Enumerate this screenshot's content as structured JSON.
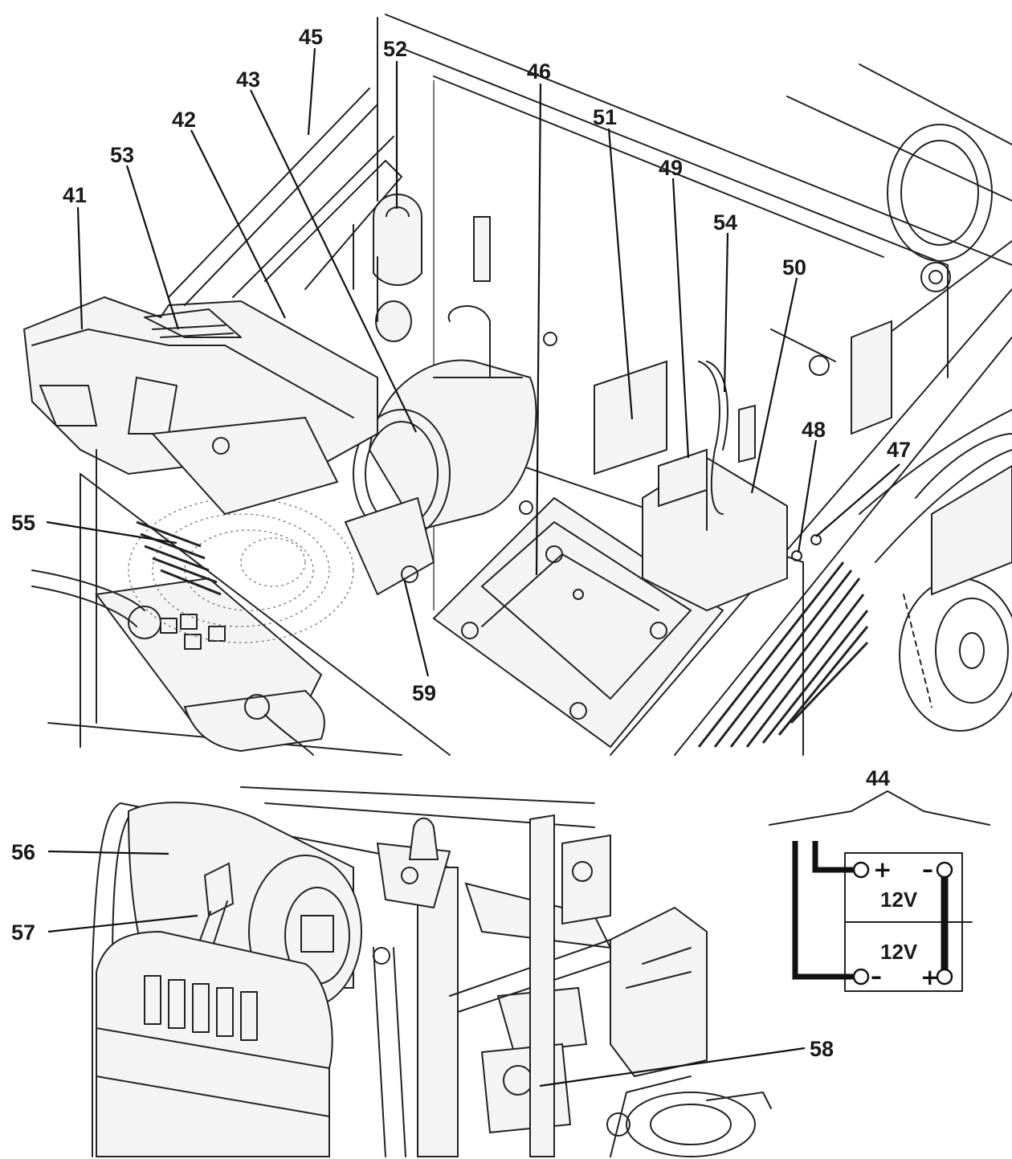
{
  "callouts": {
    "41": "41",
    "42": "42",
    "43": "43",
    "44": "44",
    "45": "45",
    "46": "46",
    "47": "47",
    "48": "48",
    "49": "49",
    "50": "50",
    "51": "51",
    "52": "52",
    "53": "53",
    "54": "54",
    "55": "55",
    "56": "56",
    "57": "57",
    "58": "58",
    "59": "59"
  },
  "battery_diagram": {
    "top_label": "12V",
    "bottom_label": "12V",
    "plus_symbol": "+",
    "minus_symbol": "–"
  }
}
